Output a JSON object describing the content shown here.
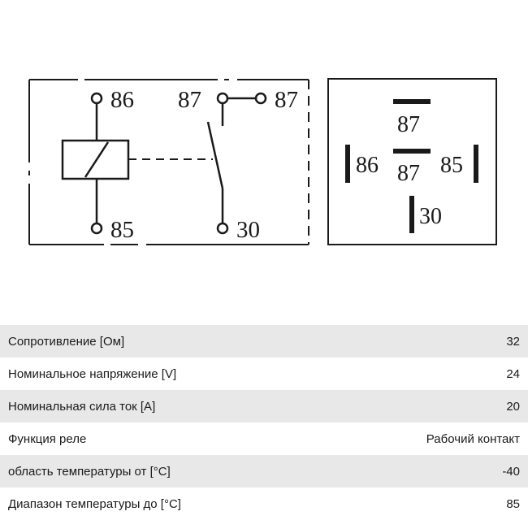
{
  "schematic": {
    "pins": {
      "coil_top": "86",
      "coil_bottom": "85",
      "contact_no_left": "87",
      "contact_no_right": "87",
      "common": "30"
    }
  },
  "pinout": {
    "pins": {
      "top": "87",
      "center": "87",
      "left": "86",
      "right": "85",
      "bottom": "30"
    }
  },
  "specs": [
    {
      "label": "Сопротивление [Ом]",
      "value": "32"
    },
    {
      "label": "Номинальное напряжение [V]",
      "value": "24"
    },
    {
      "label": "Номинальная сила ток [A]",
      "value": "20"
    },
    {
      "label": "Функция реле",
      "value": "Рабочий контакт"
    },
    {
      "label": "область температуры от [°C]",
      "value": "-40"
    },
    {
      "label": "Диапазон температуры до [°C]",
      "value": "85"
    }
  ]
}
